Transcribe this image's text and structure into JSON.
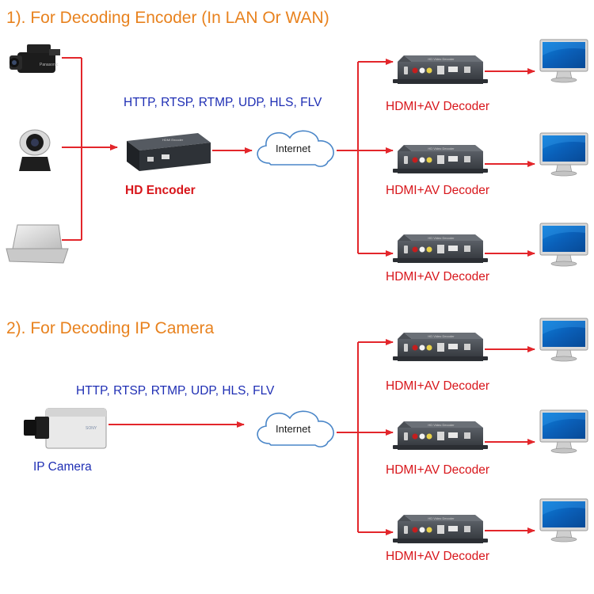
{
  "section1": {
    "title": "1). For Decoding Encoder (In LAN Or WAN)",
    "protocols": "HTTP, RTSP, RTMP, UDP, HLS, FLV",
    "encoder_label": "HD Encoder",
    "cloud_label": "Internet",
    "decoders": [
      {
        "label": "HDMI+AV Decoder"
      },
      {
        "label": "HDMI+AV Decoder"
      },
      {
        "label": "HDMI+AV Decoder"
      }
    ]
  },
  "section2": {
    "title": "2). For Decoding IP Camera",
    "protocols": "HTTP, RTSP, RTMP, UDP, HLS, FLV",
    "camera_label": "IP Camera",
    "cloud_label": "Internet",
    "decoders": [
      {
        "label": "HDMI+AV Decoder"
      },
      {
        "label": "HDMI+AV Decoder"
      },
      {
        "label": "HDMI+AV Decoder"
      }
    ]
  },
  "colors": {
    "arrow": "#e3262b",
    "title": "#e8821e",
    "protocol_text": "#1f2fb4",
    "label_red": "#d8161b"
  }
}
